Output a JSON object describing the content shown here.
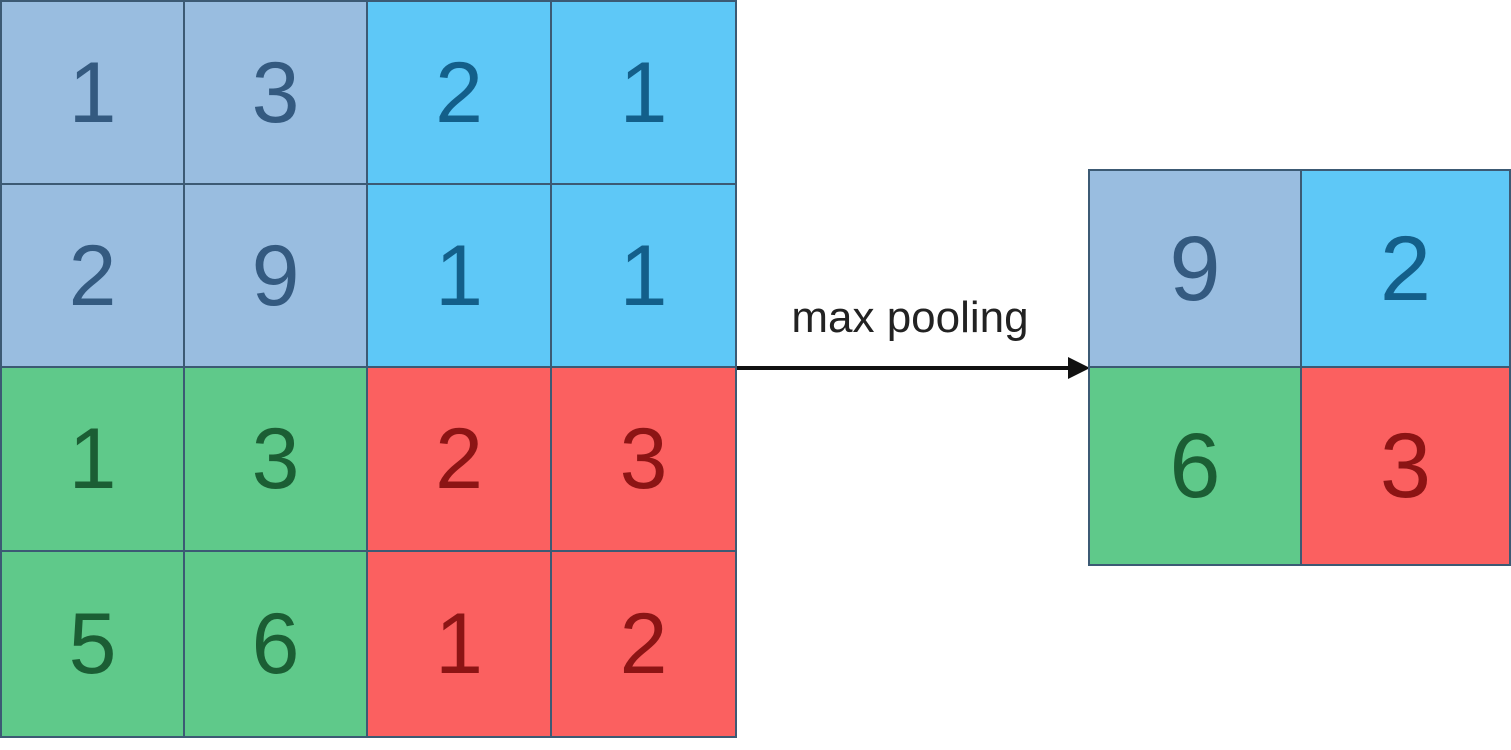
{
  "input_grid": {
    "rows": [
      [
        "1",
        "3",
        "2",
        "1"
      ],
      [
        "2",
        "9",
        "1",
        "1"
      ],
      [
        "1",
        "3",
        "2",
        "3"
      ],
      [
        "5",
        "6",
        "1",
        "2"
      ]
    ]
  },
  "operation": {
    "label": "max pooling"
  },
  "output_grid": {
    "rows": [
      [
        "9",
        "2"
      ],
      [
        "6",
        "3"
      ]
    ]
  },
  "colors": {
    "top_left_quadrant": "#99bde0",
    "top_right_quadrant": "#5ec8f7",
    "bottom_left_quadrant": "#5fc98a",
    "bottom_right_quadrant": "#fb6060",
    "cell_border": "#3c5a74",
    "arrow": "#111111"
  }
}
